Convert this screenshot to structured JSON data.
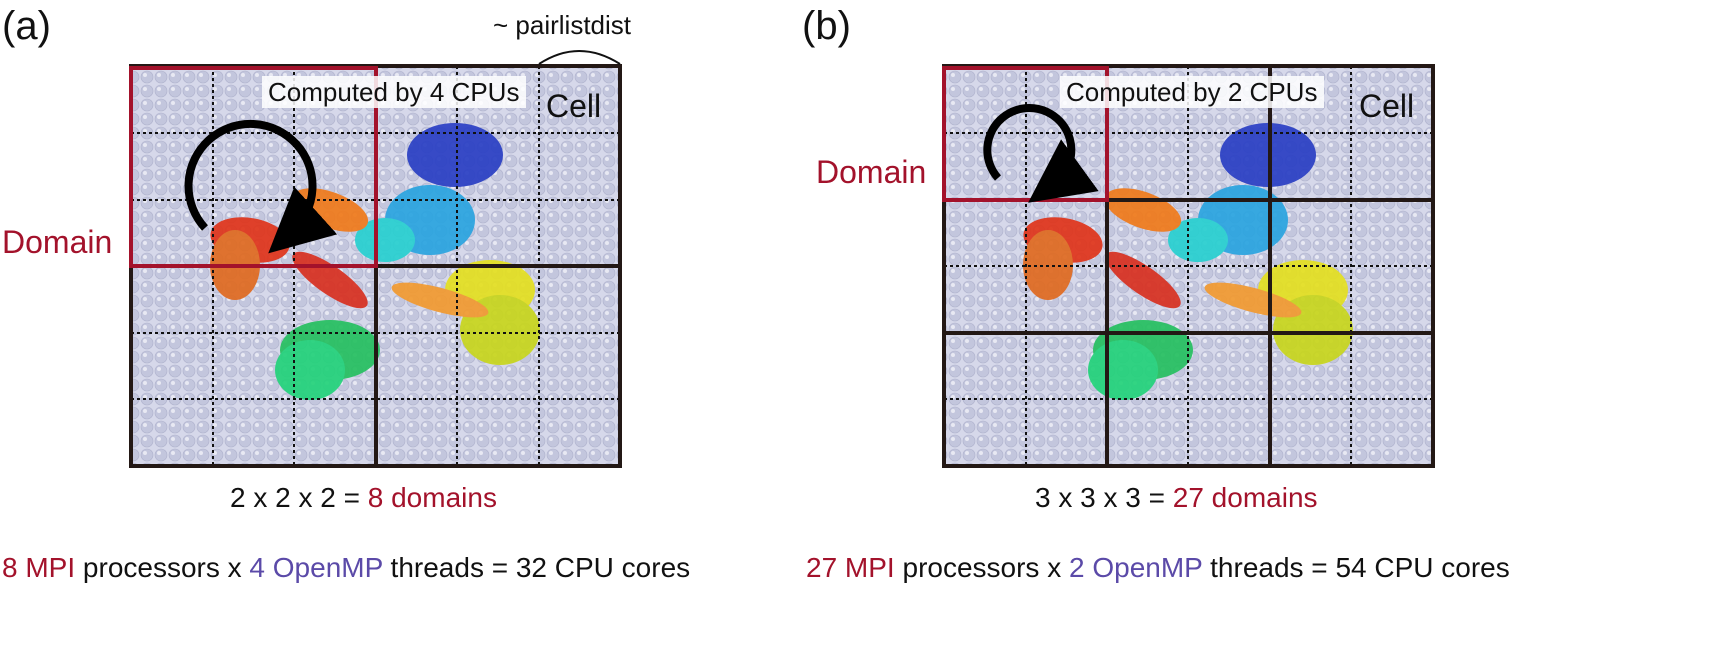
{
  "colors": {
    "domain_red": "#a3122b",
    "openmp_purple": "#5b4aa8",
    "grid_line": "#231815",
    "solvent": "#c9cbe0"
  },
  "panel_a": {
    "label": "(a)",
    "pairlist_label": "~ pairlistdist",
    "computed_label": "Computed by 4 CPUs",
    "cell_label": "Cell",
    "domain_label": "Domain",
    "formula": {
      "prefix": "2 x 2 x 2 = ",
      "count": "8",
      "unit": " domains"
    },
    "bottom": {
      "mpi_count": "8",
      "mpi_label": " MPI",
      "proc_text": " processors x ",
      "omp_count": "4",
      "omp_label": " OpenMP",
      "threads_text": " threads = 32 CPU cores"
    }
  },
  "panel_b": {
    "label": "(b)",
    "computed_label": "Computed by 2 CPUs",
    "cell_label": "Cell",
    "domain_label": "Domain",
    "formula": {
      "prefix": "3 x 3 x 3 = ",
      "count": "27",
      "unit": " domains"
    },
    "bottom": {
      "mpi_count": "27",
      "mpi_label": " MPI",
      "proc_text": " processors x ",
      "omp_count": "2",
      "omp_label": " OpenMP",
      "threads_text": " threads = 54 CPU cores"
    }
  }
}
